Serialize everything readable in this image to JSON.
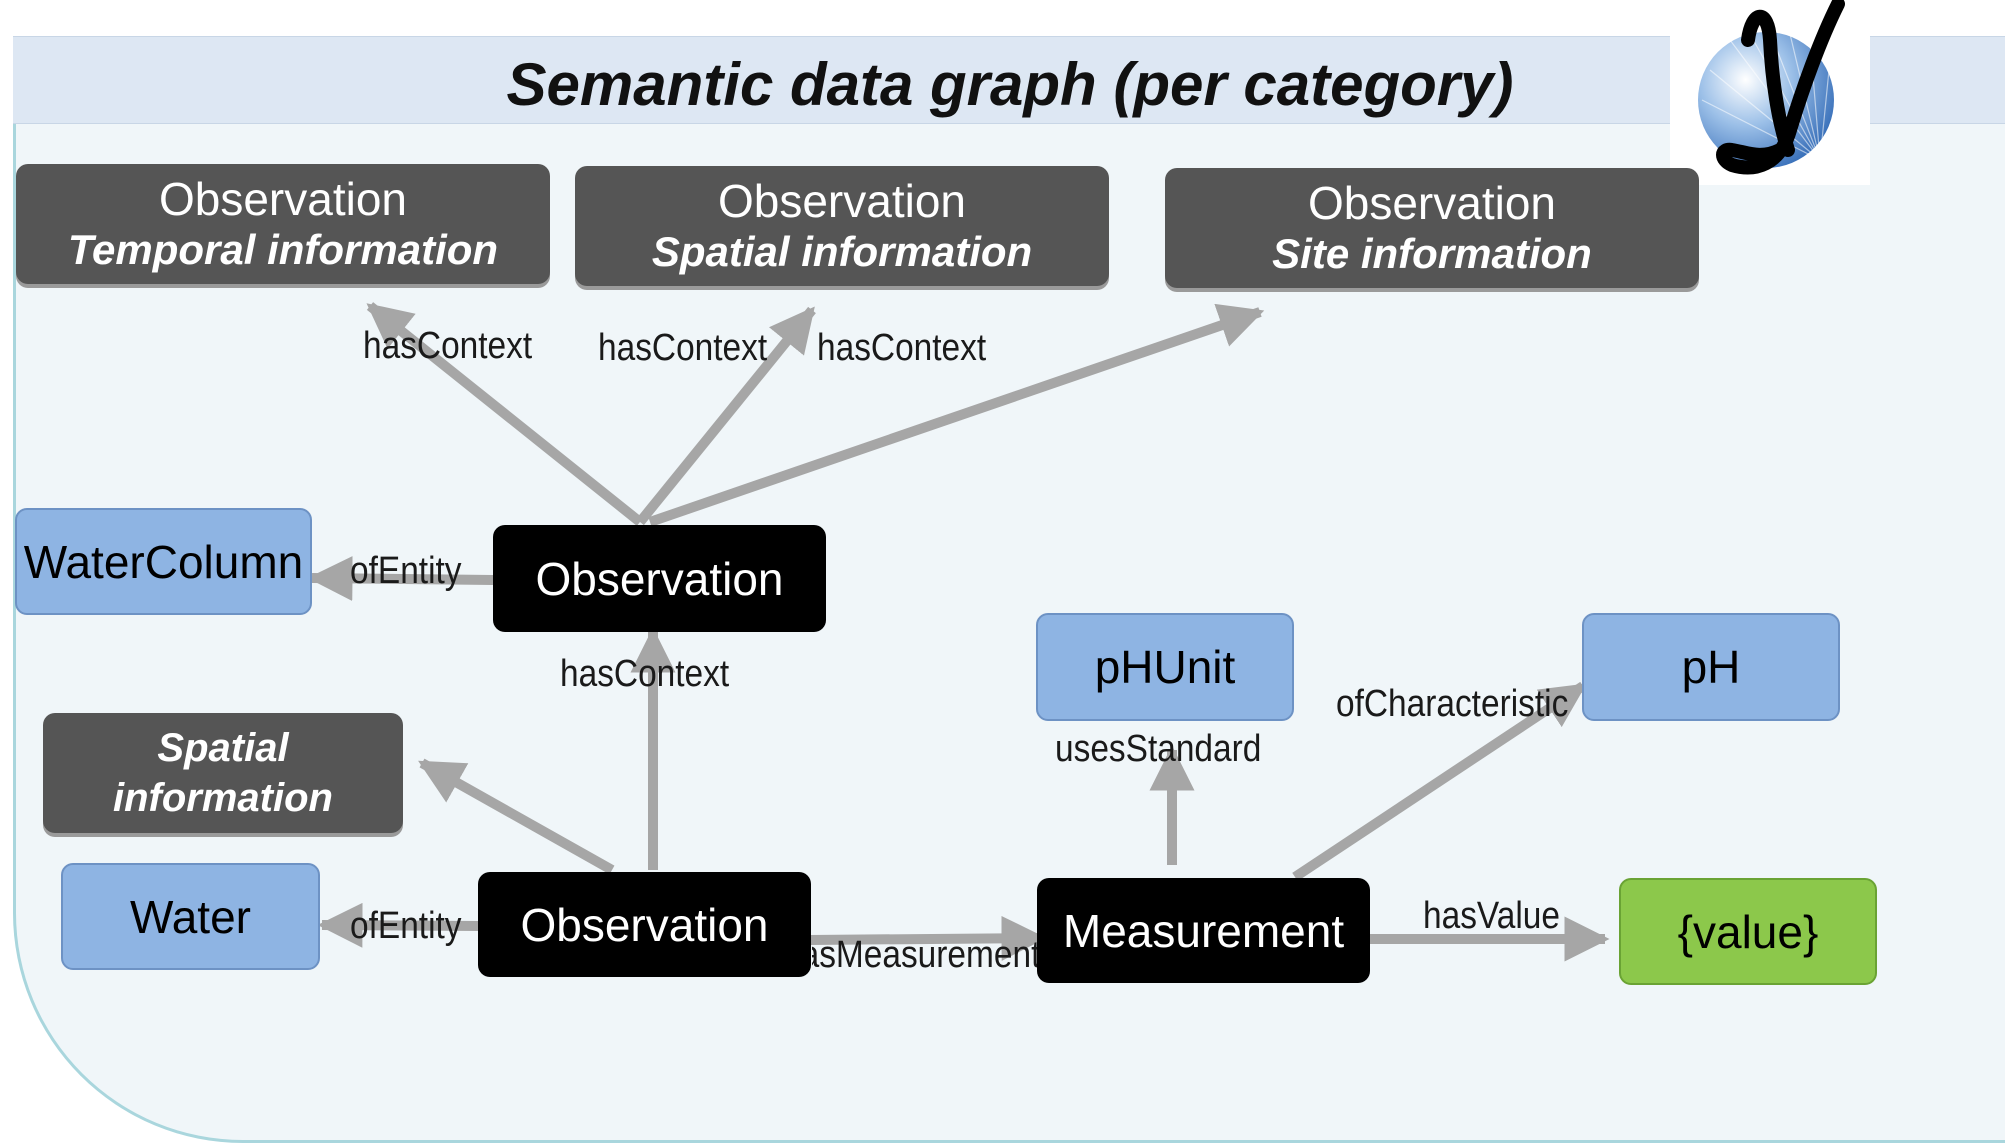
{
  "slide": {
    "title": "Semantic data graph (per category)"
  },
  "nodes": {
    "ctx_temporal": {
      "line1": "Observation",
      "line2": "Temporal information"
    },
    "ctx_spatial": {
      "line1": "Observation",
      "line2": "Spatial information"
    },
    "ctx_site": {
      "line1": "Observation",
      "line2": "Site information"
    },
    "spatial_info": {
      "line1": "Spatial",
      "line2": "information"
    },
    "obs_upper": "Observation",
    "obs_lower": "Observation",
    "measurement": "Measurement",
    "watercolumn": "WaterColumn",
    "water": "Water",
    "phunit": "pHUnit",
    "ph": "pH",
    "value": "{value}"
  },
  "edge_labels": {
    "has_context_temporal": "hasContext",
    "has_context_spatial": "hasContext",
    "has_context_site": "hasContext",
    "of_entity_upper": "ofEntity",
    "has_context_lower": "hasContext",
    "of_entity_lower": "ofEntity",
    "has_measurement": "hasMeasurement",
    "uses_standard": "usesStandard",
    "of_characteristic": "ofCharacteristic",
    "has_value": "hasValue"
  },
  "colors": {
    "context_node": "#555555",
    "instance_node": "#000000",
    "entity_node": "#8eb4e3",
    "value_node": "#8cc84b",
    "edge": "#a6a6a6"
  },
  "logo": {
    "icon": "globe-logo-icon"
  }
}
